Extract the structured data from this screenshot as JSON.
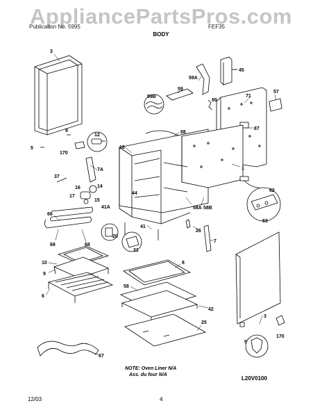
{
  "watermark": "AppliancePartsPros.com",
  "header": {
    "left": "Publication No. 5995",
    "right": "FEF35"
  },
  "section_title": "BODY",
  "note": {
    "line1": "NOTE: Oven Liner N/A",
    "line2": "Ass. du four N/A"
  },
  "diagram_code": "L20V0100",
  "footer": {
    "date": "12/03",
    "page": "4"
  },
  "part_callouts": [
    "3",
    "45",
    "59A",
    "59",
    "57",
    "71",
    "89",
    "87",
    "59B",
    "88",
    "12",
    "9",
    "170",
    "5",
    "18",
    "7A",
    "37",
    "16",
    "14",
    "17",
    "15",
    "41A",
    "1",
    "62",
    "63",
    "66",
    "68",
    "68",
    "44",
    "20",
    "41",
    "21",
    "58A",
    "58B",
    "26",
    "7",
    "10",
    "9",
    "6",
    "8",
    "58",
    "42",
    "25",
    "3",
    "170",
    "5",
    "67"
  ]
}
